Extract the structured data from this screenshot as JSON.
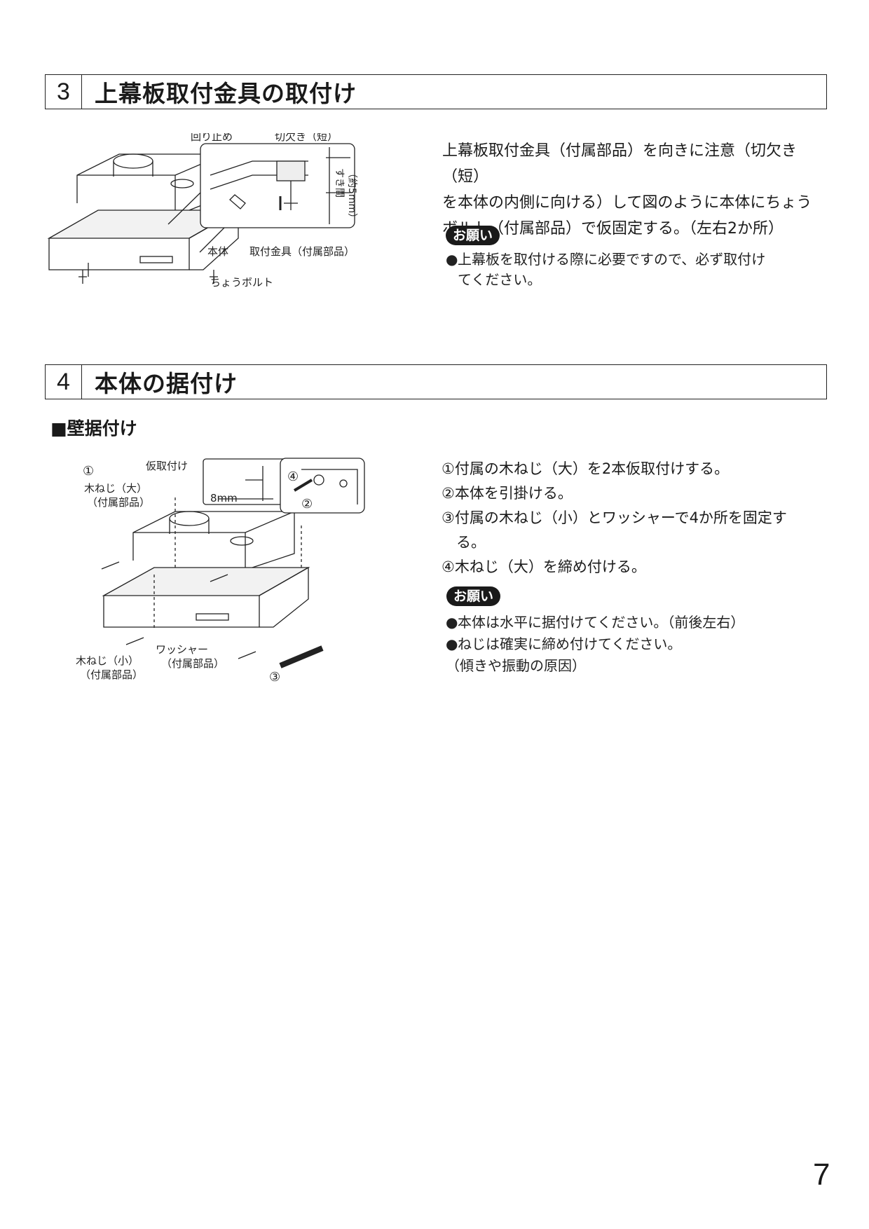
{
  "section3": {
    "number": "3",
    "title": "上幕板取付金具の取付け",
    "diagram_labels": {
      "stopper": "回り止め",
      "notch": "切欠き（短）",
      "gap": "すき間",
      "gap_value": "（約5mm）",
      "body": "本体",
      "bracket": "取付金具（付属部品）",
      "bolt": "ちょうボルト"
    },
    "paragraph": [
      "上幕板取付金具（付属部品）を向きに注意（切欠き（短）",
      "を本体の内側に向ける）して図のように本体にちょう",
      "ボルト（付属部品）で仮固定する。（左右2か所）"
    ],
    "request_badge": "お願い",
    "notes": [
      {
        "bullet": "●",
        "lines": [
          "上幕板を取付ける際に必要ですので、必ず取付け",
          "てください。"
        ]
      }
    ]
  },
  "section4": {
    "number": "4",
    "title": "本体の据付け",
    "subheading": "■壁据付け",
    "diagram_labels": {
      "circle1": "①",
      "circle2": "②",
      "circle3": "③",
      "circle4": "④",
      "temp": "仮取付け",
      "dim": "8mm",
      "screw_large": "木ねじ（大）",
      "accessory_a": "（付属部品）",
      "screw_small": "木ねじ（小）",
      "accessory_b": "（付属部品）",
      "washer": "ワッシャー",
      "accessory_c": "（付属部品）"
    },
    "steps": [
      "①付属の木ねじ（大）を2本仮取付けする。",
      "②本体を引掛ける。",
      "③付属の木ねじ（小）とワッシャーで4か所を固定す",
      "　る。",
      "④木ねじ（大）を締め付ける。"
    ],
    "request_badge": "お願い",
    "notes": [
      {
        "bullet": "●",
        "text": "本体は水平に据付けてください。（前後左右）"
      },
      {
        "bullet": "●",
        "text": "ねじは確実に締め付けてください。"
      }
    ],
    "note_tail": "（傾きや振動の原因）"
  },
  "page_number": "7"
}
